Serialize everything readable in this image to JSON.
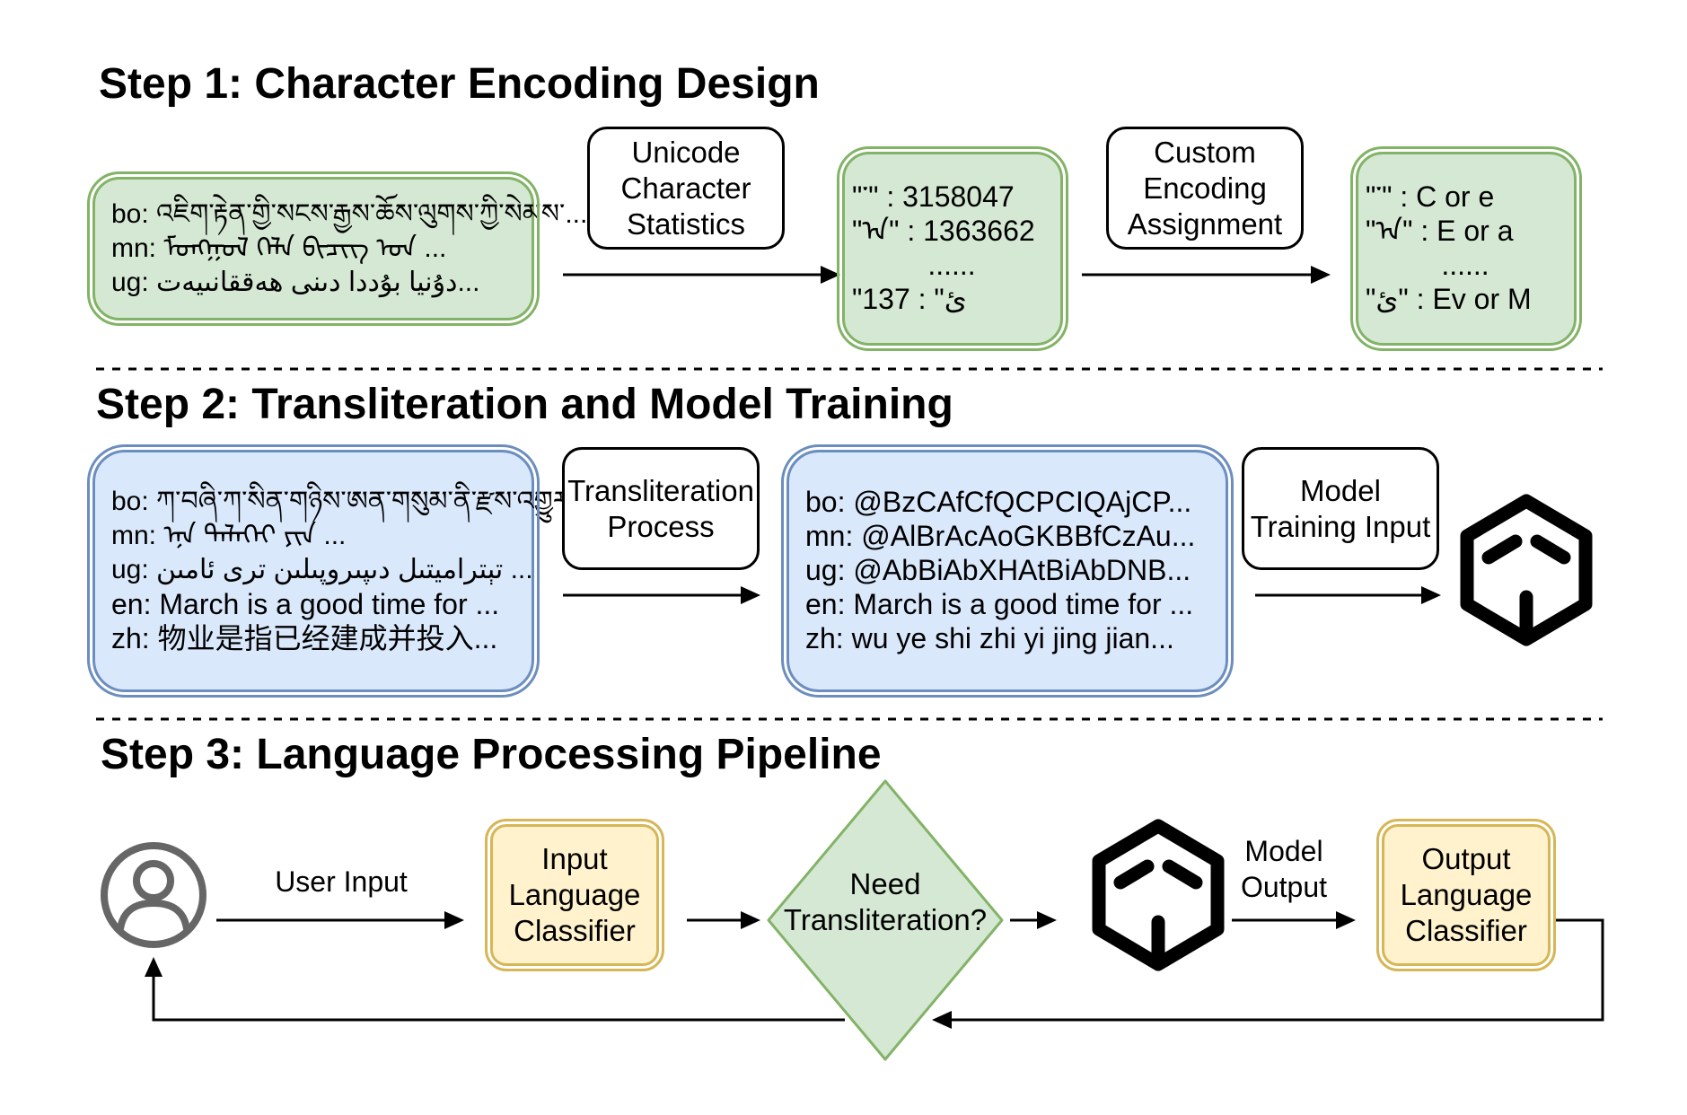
{
  "step1": {
    "title": "Step 1: Character Encoding Design",
    "source_lines": [
      "bo: འཇིག་རྟེན་གྱི་སངས་རྒྱས་ཆོས་ལུགས་ཀྱི་སེམས་...",
      "mn: ᠮᠣᠩᠭᠣᠯ ᠬᠡᠯᠡ ᠪᠢᠴᠢᠭ ᠤᠨ ...",
      "ug: دۇنيا بۇددا دىنى ھەققانىيەت..."
    ],
    "unicode_stats_label": [
      "Unicode",
      "Character",
      "Statistics"
    ],
    "stats_lines": [
      "\"་\" : 3158047",
      "\"ᠠ\" : 1363662",
      "......",
      "\"ئ\" : 137"
    ],
    "custom_encoding_label": [
      "Custom",
      "Encoding",
      "Assignment"
    ],
    "encoding_lines": [
      "\"་\" : C  or  e",
      "\"ᠠ\" : E  or  a",
      "......",
      "\"ئ\" : Ev  or  M"
    ]
  },
  "step2": {
    "title": "Step 2: Transliteration and Model Training",
    "source_lines": [
      "bo: ཀ་བཞི་ཀ་སིན་གཉིས་ཨན་གསུམ་ནི་རྫས་འགྱུར་...",
      "mn: ᠡᠨᠡ ᠳᠡᠯᠡᠬᠡᠢ ᠶᠢᠨ ...",
      "ug: تېتراميتىل دىپىروپىلىن ترى ئامىن ...",
      "en: March is a good time for ...",
      "zh: 物业是指已经建成并投入..."
    ],
    "transliteration_label": [
      "Transliteration",
      "Process"
    ],
    "output_lines": [
      "bo: @BzCAfCfQCPCIQAjCP...",
      "mn: @AlBrAcAoGKBBfCzAu...",
      "ug: @AbBiAbXHAtBiAbDNB...",
      "en: March is a good time for ...",
      "zh: wu ye shi zhi yi jing jian..."
    ],
    "training_label": [
      "Model",
      "Training Input"
    ]
  },
  "step3": {
    "title": "Step 3: Language Processing Pipeline",
    "user_input_label": "User Input",
    "input_classifier_label": [
      "Input",
      "Language",
      "Classifier"
    ],
    "decision_label": [
      "Need",
      "Transliteration?"
    ],
    "model_output_label": [
      "Model",
      "Output"
    ],
    "output_classifier_label": [
      "Output",
      "Language",
      "Classifier"
    ]
  },
  "colors": {
    "green_fill": "#d5e8d4",
    "green_stroke": "#82b366",
    "blue_fill": "#dae8fc",
    "blue_stroke": "#6c8ebf",
    "yellow_fill": "#fff2cc",
    "yellow_stroke": "#d6b656",
    "user_icon": "#666666"
  },
  "icons": [
    "user-icon",
    "model-cube-icon"
  ]
}
